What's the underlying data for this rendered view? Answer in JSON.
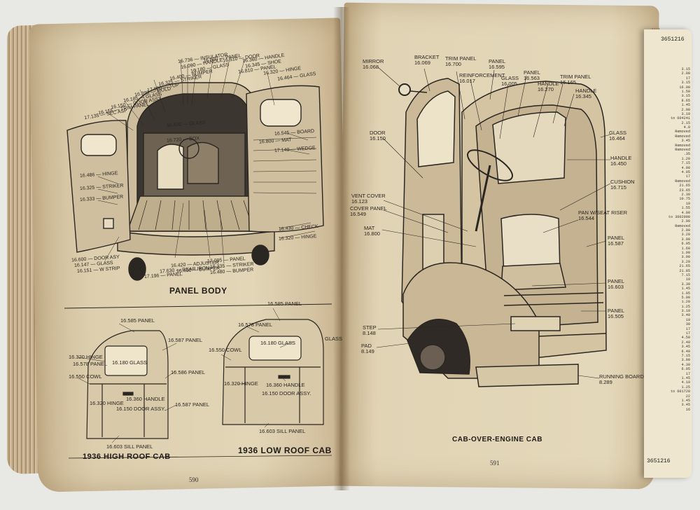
{
  "left_page": {
    "page_number": "590",
    "panel_body": {
      "caption": "PANEL BODY",
      "labels": [
        "16.736 — INSULATOR",
        "16.090 — HANDLE",
        "16.180 — GLASS",
        "16.400 — BUMPER",
        "16.325 — STRIKER",
        "17.900 — TOP",
        "16.390 — MOLD",
        "16.185 — GLASS",
        "16.150 — DOOR ASSY",
        "16.155 — TRIM PANEL",
        "17.135 — SEC ASP",
        "16.800 — PANEL",
        "16.510 — DOOR",
        "16.360 — HANDLE",
        "16.345 — SHOE",
        "16.810 — PANEL",
        "16.320 — HINGE",
        "16.464 — GLASS",
        "16.600 — GLASS",
        "16.720 — BOX",
        "16.545 — BOARD",
        "16.800 — MAT",
        "17.140 — WEDGE",
        "16.430 — CHECK",
        "16.320 — HINGE",
        "16.600 — DOOR ASY",
        "16.147 — GLASS",
        "16.151 — W STRIP",
        "17.196 — PANEL",
        "17.630 — REAR IRON",
        "16.420 — ADJUSTER",
        "16.400 — BUMPER",
        "17.095 — PANEL",
        "16.335 — STRIKER",
        "16.480 — BUMPER",
        "16.486 — HINGE",
        "16.325 — STRIKER",
        "16.333 — BUMPER"
      ]
    },
    "high_roof_cab": {
      "caption": "1936 HIGH ROOF CAB",
      "labels": [
        "16.585 PANEL",
        "16.587 PANEL",
        "16.320 HINGE",
        "16.578 PANEL",
        "16.180 GLASS",
        "16.550 COWL",
        "16.586 PANEL",
        "16.320 HINGE",
        "16.360 HANDLE",
        "16.150 DOOR ASSY.",
        "16.587 PANEL",
        "16.603 SILL PANEL"
      ]
    },
    "low_roof_cab": {
      "caption": "1936 LOW ROOF CAB",
      "labels": [
        "16.585 PANEL",
        "16.578 PANEL",
        "16.550 COWL",
        "16.180 GLASS",
        "16.320 HINGE",
        "16.360 HANDLE",
        "16.150 DOOR ASSY.",
        "16.603 SILL PANEL",
        "GLASS"
      ]
    }
  },
  "right_page": {
    "page_number": "591",
    "caption": "CAB-OVER-ENGINE CAB",
    "labels": [
      "MIRROR\n16.068",
      "BRACKET\n16.069",
      "TRIM PANEL\n16.700",
      "PANEL\n16.595",
      "REINFORCEMENT\n16.017",
      "GLASS\n16.005",
      "PANEL\n16.563",
      "HANDLE\n16.270",
      "TRIM PANEL\n16.165",
      "HANDLE\n16.345",
      "GLASS\n16.464",
      "HANDLE\n16.450",
      "CUSHION\n16.715",
      "DOOR\n16.150",
      "VENT COVER\n16.123",
      "COVER PANEL\n16.549",
      "MAT\n16.800",
      "PAN W/SEAT RISER\n16.544",
      "PANEL\n16.587",
      "PANEL\n16.603",
      "PANEL\n16.505",
      "STEP\n8.148",
      "PAD\n8.149",
      "RUNNING BOARD\n8.289"
    ]
  },
  "index_column": {
    "header": "3651216",
    "footer": "3651216",
    "values": [
      "3.15",
      "2.00",
      "17",
      "3.15",
      "16.00",
      "1.50",
      "3.15",
      "8.65",
      "1.45",
      "2.90",
      "3.10",
      "to 604241",
      "2.15",
      "4.0",
      "Removed",
      "Removed",
      "3.45",
      "Removed",
      "Removed",
      ".35",
      "1.20",
      "7.15",
      "4.90",
      "4.95",
      "17",
      "Removed",
      "21.65",
      "23.65",
      "2.30",
      "10.75",
      "10",
      "1.55",
      "4.00",
      "to 3602098",
      "2.90",
      "Removed",
      "2.90",
      "3.20",
      "3.00",
      "6.05",
      "1.60",
      "1.00",
      "3.90",
      "3.20",
      "21.65",
      "21.85",
      "7.15",
      "10",
      "3.30",
      "1.45",
      "1.05",
      "5.00",
      "1.20",
      "1.25",
      "3.10",
      "3.40",
      "10",
      "30",
      "17",
      "17",
      "4.50",
      "2.40",
      "3.45",
      "6.40",
      "7.15",
      "3.90",
      "4.30",
      "6.95",
      "17",
      "1.45",
      "4.10",
      "1.25",
      "to 601728",
      "22",
      "1.45",
      "3.45",
      "16"
    ]
  }
}
